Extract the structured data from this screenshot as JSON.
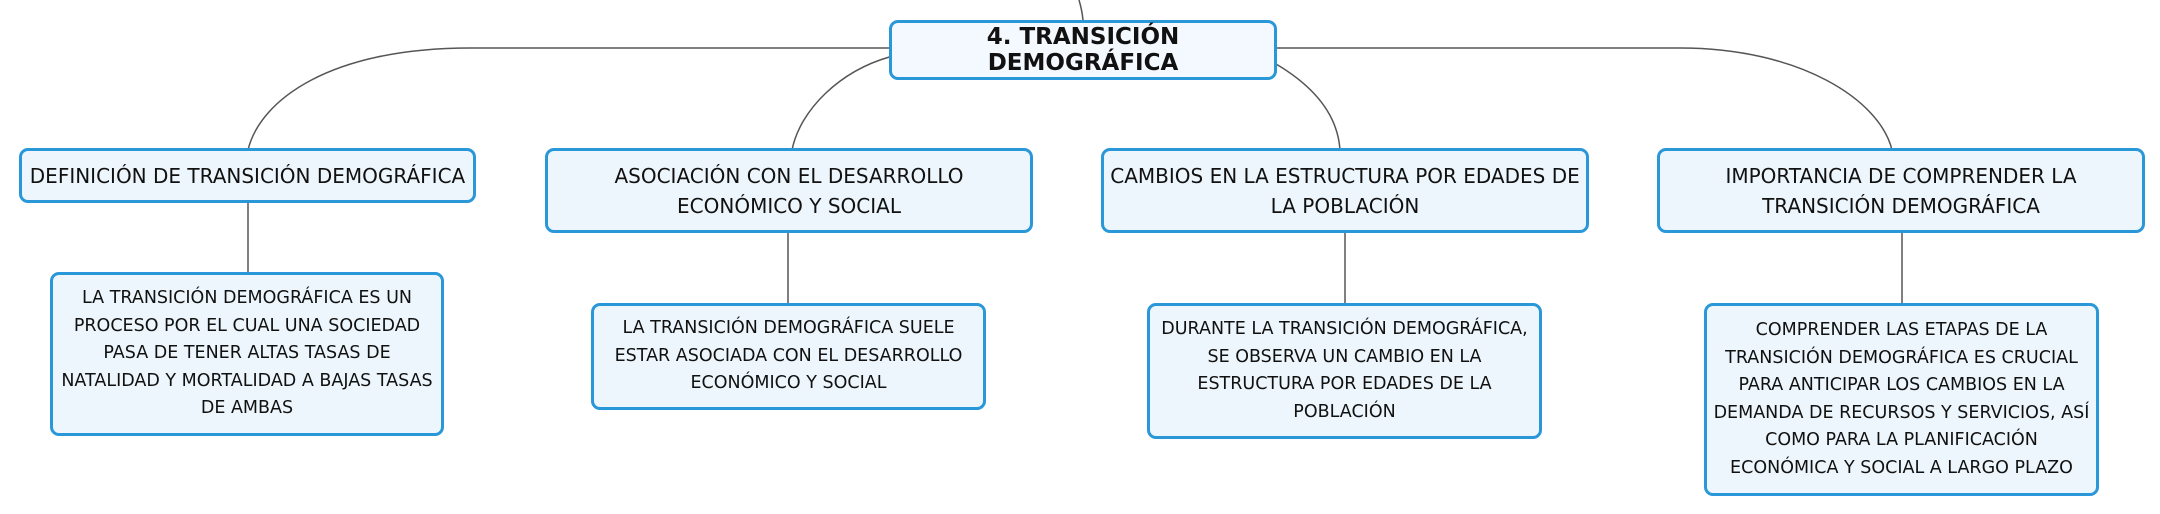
{
  "root": {
    "label": "4. TRANSICIÓN DEMOGRÁFICA"
  },
  "branches": [
    {
      "title": "DEFINICIÓN DE TRANSICIÓN DEMOGRÁFICA",
      "detail": "LA TRANSICIÓN DEMOGRÁFICA ES UN PROCESO POR EL CUAL UNA SOCIEDAD PASA DE TENER ALTAS TASAS DE NATALIDAD Y MORTALIDAD A BAJAS TASAS DE AMBAS"
    },
    {
      "title": "ASOCIACIÓN CON EL DESARROLLO ECONÓMICO Y SOCIAL",
      "detail": "LA TRANSICIÓN DEMOGRÁFICA SUELE ESTAR ASOCIADA CON EL DESARROLLO ECONÓMICO Y SOCIAL"
    },
    {
      "title": "CAMBIOS EN LA ESTRUCTURA POR EDADES DE LA POBLACIÓN",
      "detail": "DURANTE LA TRANSICIÓN DEMOGRÁFICA, SE OBSERVA UN CAMBIO EN LA ESTRUCTURA POR EDADES DE LA POBLACIÓN"
    },
    {
      "title": "IMPORTANCIA DE COMPRENDER LA TRANSICIÓN DEMOGRÁFICA",
      "detail": "COMPRENDER LAS ETAPAS DE LA TRANSICIÓN DEMOGRÁFICA ES CRUCIAL PARA ANTICIPAR LOS CAMBIOS EN LA DEMANDA DE RECURSOS Y SERVICIOS, ASÍ COMO PARA LA PLANIFICACIÓN ECONÓMICA Y SOCIAL A LARGO PLAZO"
    }
  ]
}
